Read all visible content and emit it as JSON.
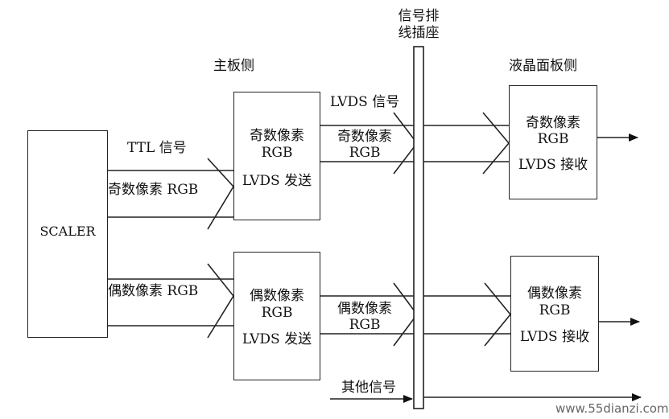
{
  "connector_label": "信号排\n线插座",
  "main_board_label": "主板侧",
  "lcd_panel_label": "液晶面板侧",
  "scaler": "SCALER",
  "ttl_label": "TTL 信号",
  "odd_input_label": "奇数像素 RGB",
  "even_input_label": "偶数像素 RGB",
  "lvds_signal_label": "LVDS 信号",
  "odd_tx": {
    "line1": "奇数像素",
    "line2": "RGB",
    "line3": "LVDS 发送"
  },
  "even_tx": {
    "line1": "偶数像素",
    "line2": "RGB",
    "line3": "LVDS 发送"
  },
  "odd_link": {
    "line1": "奇数像素",
    "line2": "RGB"
  },
  "even_link": {
    "line1": "偶数像素",
    "line2": "RGB"
  },
  "odd_rx": {
    "line1": "奇数像素",
    "line2": "RGB",
    "line3": "LVDS 接收"
  },
  "even_rx": {
    "line1": "偶数像素",
    "line2": "RGB",
    "line3": "LVDS 接收"
  },
  "other_signals": "其他信号",
  "watermark": "www.55dianzi.com"
}
